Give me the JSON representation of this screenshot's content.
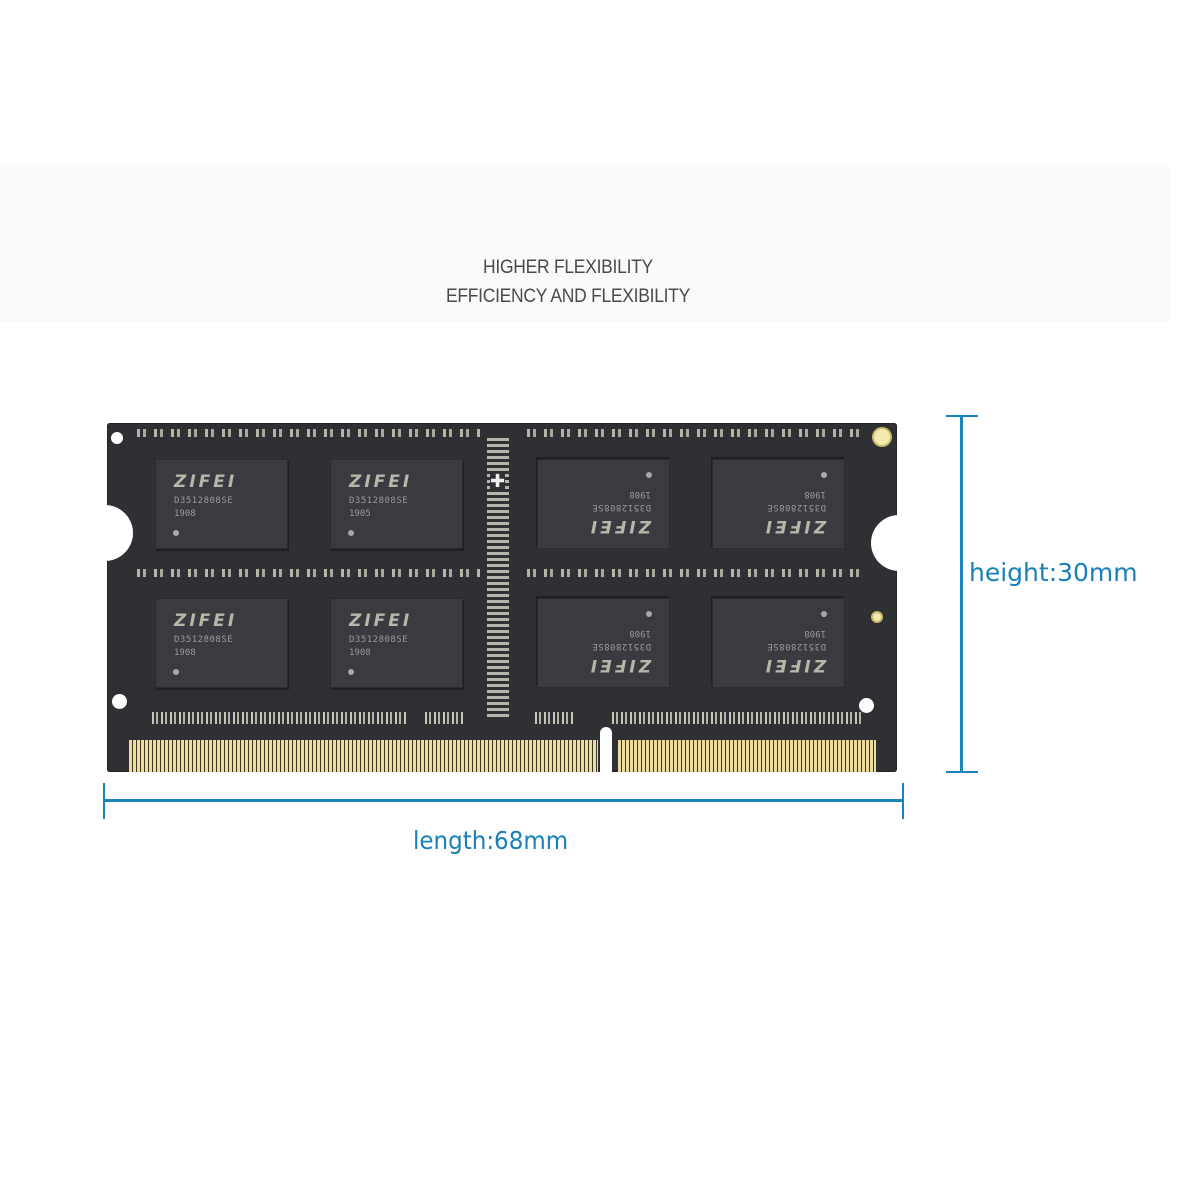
{
  "headline": {
    "line1": "HIGHER FLEXIBILITY",
    "line2": "EFFICIENCY AND FLEXIBILITY"
  },
  "module": {
    "pcb_color": "#2f3034",
    "chips": [
      {
        "brand": "ZIFEI",
        "part": "D3512808SE",
        "date": "1908",
        "orientation": "upright"
      },
      {
        "brand": "ZIFEI",
        "part": "D3512808SE",
        "date": "1905",
        "orientation": "upright"
      },
      {
        "brand": "ZIFEI",
        "part": "D3512808SE",
        "date": "1908",
        "orientation": "flipped"
      },
      {
        "brand": "ZIFEI",
        "part": "D3512808SE",
        "date": "1908",
        "orientation": "flipped"
      },
      {
        "brand": "ZIFEI",
        "part": "D3512808SE",
        "date": "1908",
        "orientation": "upright"
      },
      {
        "brand": "ZIFEI",
        "part": "D3512808SE",
        "date": "1908",
        "orientation": "upright"
      },
      {
        "brand": "ZIFEI",
        "part": "D3512808SE",
        "date": "1908",
        "orientation": "flipped"
      },
      {
        "brand": "ZIFEI",
        "part": "D3512808SE",
        "date": "1908",
        "orientation": "flipped"
      }
    ],
    "contact_color": "#ecdca0"
  },
  "dimensions": {
    "height_label": "height:30mm",
    "length_label": "length:68mm",
    "line_color": "#1a84c0"
  }
}
